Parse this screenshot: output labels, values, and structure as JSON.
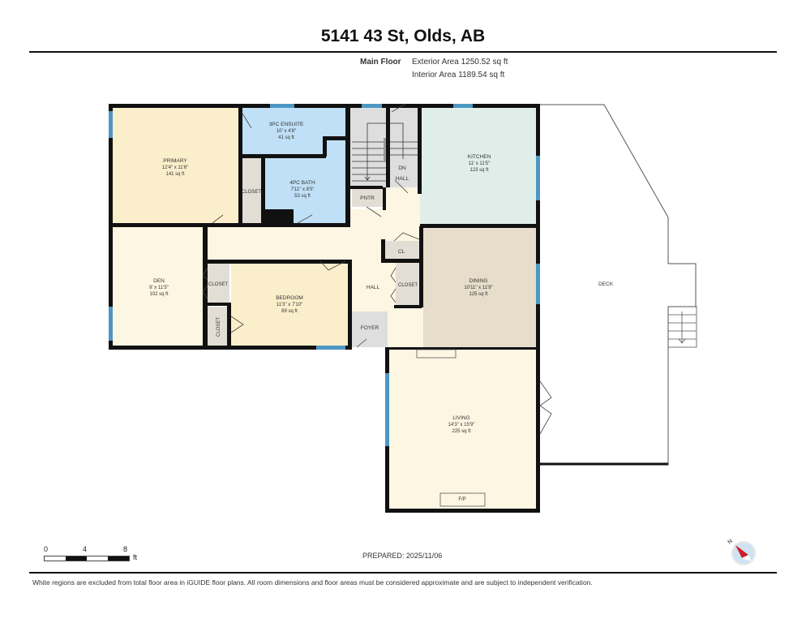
{
  "header": {
    "title": "5141 43 St, Olds, AB",
    "floor_label": "Main Floor",
    "exterior_area": "Exterior Area 1250.52 sq ft",
    "interior_area": "Interior Area 1189.54 sq ft"
  },
  "rooms": {
    "primary": {
      "name": "PRIMARY",
      "dims": "12'4\" x 11'6\"",
      "area": "141 sq ft"
    },
    "ensuite": {
      "name": "3PC ENSUITE",
      "dims": "10' x 4'8\"",
      "area": "41 sq ft"
    },
    "bath": {
      "name": "4PC BATH",
      "dims": "7'11\" x 8'5\"",
      "area": "53 sq ft"
    },
    "kitchen": {
      "name": "KITCHEN",
      "dims": "11' x 11'5\"",
      "area": "123 sq ft"
    },
    "den": {
      "name": "DEN",
      "dims": "9' x 11'5\"",
      "area": "102 sq ft"
    },
    "bedroom": {
      "name": "BEDROOM",
      "dims": "11'3\" x 7'10\"",
      "area": "89 sq ft"
    },
    "dining": {
      "name": "DINING",
      "dims": "10'11\" x 11'9\"",
      "area": "125 sq ft"
    },
    "living": {
      "name": "LIVING",
      "dims": "14'3\" x 15'9\"",
      "area": "225 sq ft"
    },
    "deck": {
      "name": "DECK"
    }
  },
  "labels": {
    "closet": "CLOSET",
    "cl": "CL",
    "pntr": "PNTR",
    "dn": "DN",
    "hall": "HALL",
    "foyer": "FOYER",
    "fp": "F/P"
  },
  "scale": {
    "ticks": [
      "0",
      "4",
      "8"
    ],
    "unit": "ft"
  },
  "compass": {
    "label": "N",
    "needle_color": "#cc1f2b",
    "ring_color": "#cfe3f2"
  },
  "footer": {
    "prepared": "PREPARED: 2025/11/06",
    "disclaimer": "White regions are excluded from total floor area in iGUIDE floor plans. All room dimensions and floor areas must be considered approximate and are subject to independent verification."
  },
  "colors": {
    "bedroom_fill": "#fbefcb",
    "bath_fill": "#bfe0f6",
    "kitchen_fill": "#e0eeea",
    "dining_fill": "#e6ddcb",
    "hall_fill": "#fcf6e2",
    "closet_fill": "#e3ded5",
    "stairs_fill": "#dedede",
    "window": "#4d97c4",
    "wall": "#111111"
  }
}
